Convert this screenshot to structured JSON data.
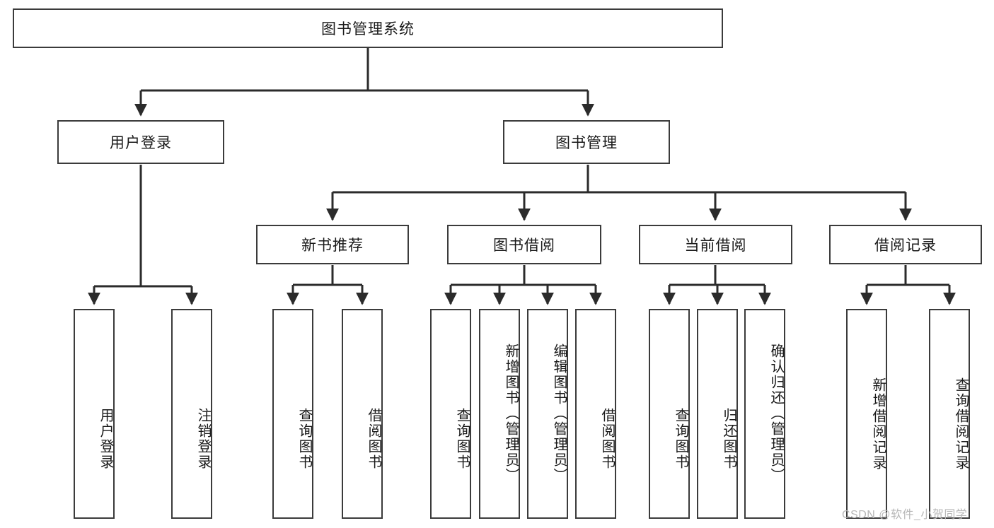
{
  "diagram": {
    "title": "图书管理系统",
    "type": "tree-hierarchy",
    "colors": {
      "border": "#3b3b3b",
      "fill": "#ffffff",
      "text": "#1a1a1a",
      "edge": "#2b2b2b",
      "watermark": "#b7b7b7"
    },
    "nodes": {
      "root": {
        "label": "图书管理系统"
      },
      "level2": [
        {
          "id": "user-login",
          "label": "用户登录"
        },
        {
          "id": "book-manage",
          "label": "图书管理"
        }
      ],
      "level3": [
        {
          "id": "new-book-recommend",
          "label": "新书推荐"
        },
        {
          "id": "book-borrow",
          "label": "图书借阅"
        },
        {
          "id": "current-borrow",
          "label": "当前借阅"
        },
        {
          "id": "borrow-record",
          "label": "借阅记录"
        }
      ],
      "leaves": {
        "user-login": [
          {
            "id": "leaf-user-login",
            "label": "用户登录"
          },
          {
            "id": "leaf-logout",
            "label": "注销登录"
          }
        ],
        "new-book-recommend": [
          {
            "id": "leaf-query-book-1",
            "label": "查询图书"
          },
          {
            "id": "leaf-borrow-book-1",
            "label": "借阅图书"
          }
        ],
        "book-borrow": [
          {
            "id": "leaf-query-book-2",
            "label": "查询图书"
          },
          {
            "id": "leaf-add-book",
            "label": "新增图书（管理员）"
          },
          {
            "id": "leaf-edit-book",
            "label": "编辑图书（管理员）"
          },
          {
            "id": "leaf-borrow-book-2",
            "label": "借阅图书"
          }
        ],
        "current-borrow": [
          {
            "id": "leaf-query-book-3",
            "label": "查询图书"
          },
          {
            "id": "leaf-return-book",
            "label": "归还图书"
          },
          {
            "id": "leaf-confirm-return",
            "label": "确认归还（管理员）"
          }
        ],
        "borrow-record": [
          {
            "id": "leaf-add-record",
            "label": "新增借阅记录"
          },
          {
            "id": "leaf-query-record",
            "label": "查询借阅记录"
          }
        ]
      }
    },
    "watermark": "CSDN @软件_小贺同学"
  }
}
